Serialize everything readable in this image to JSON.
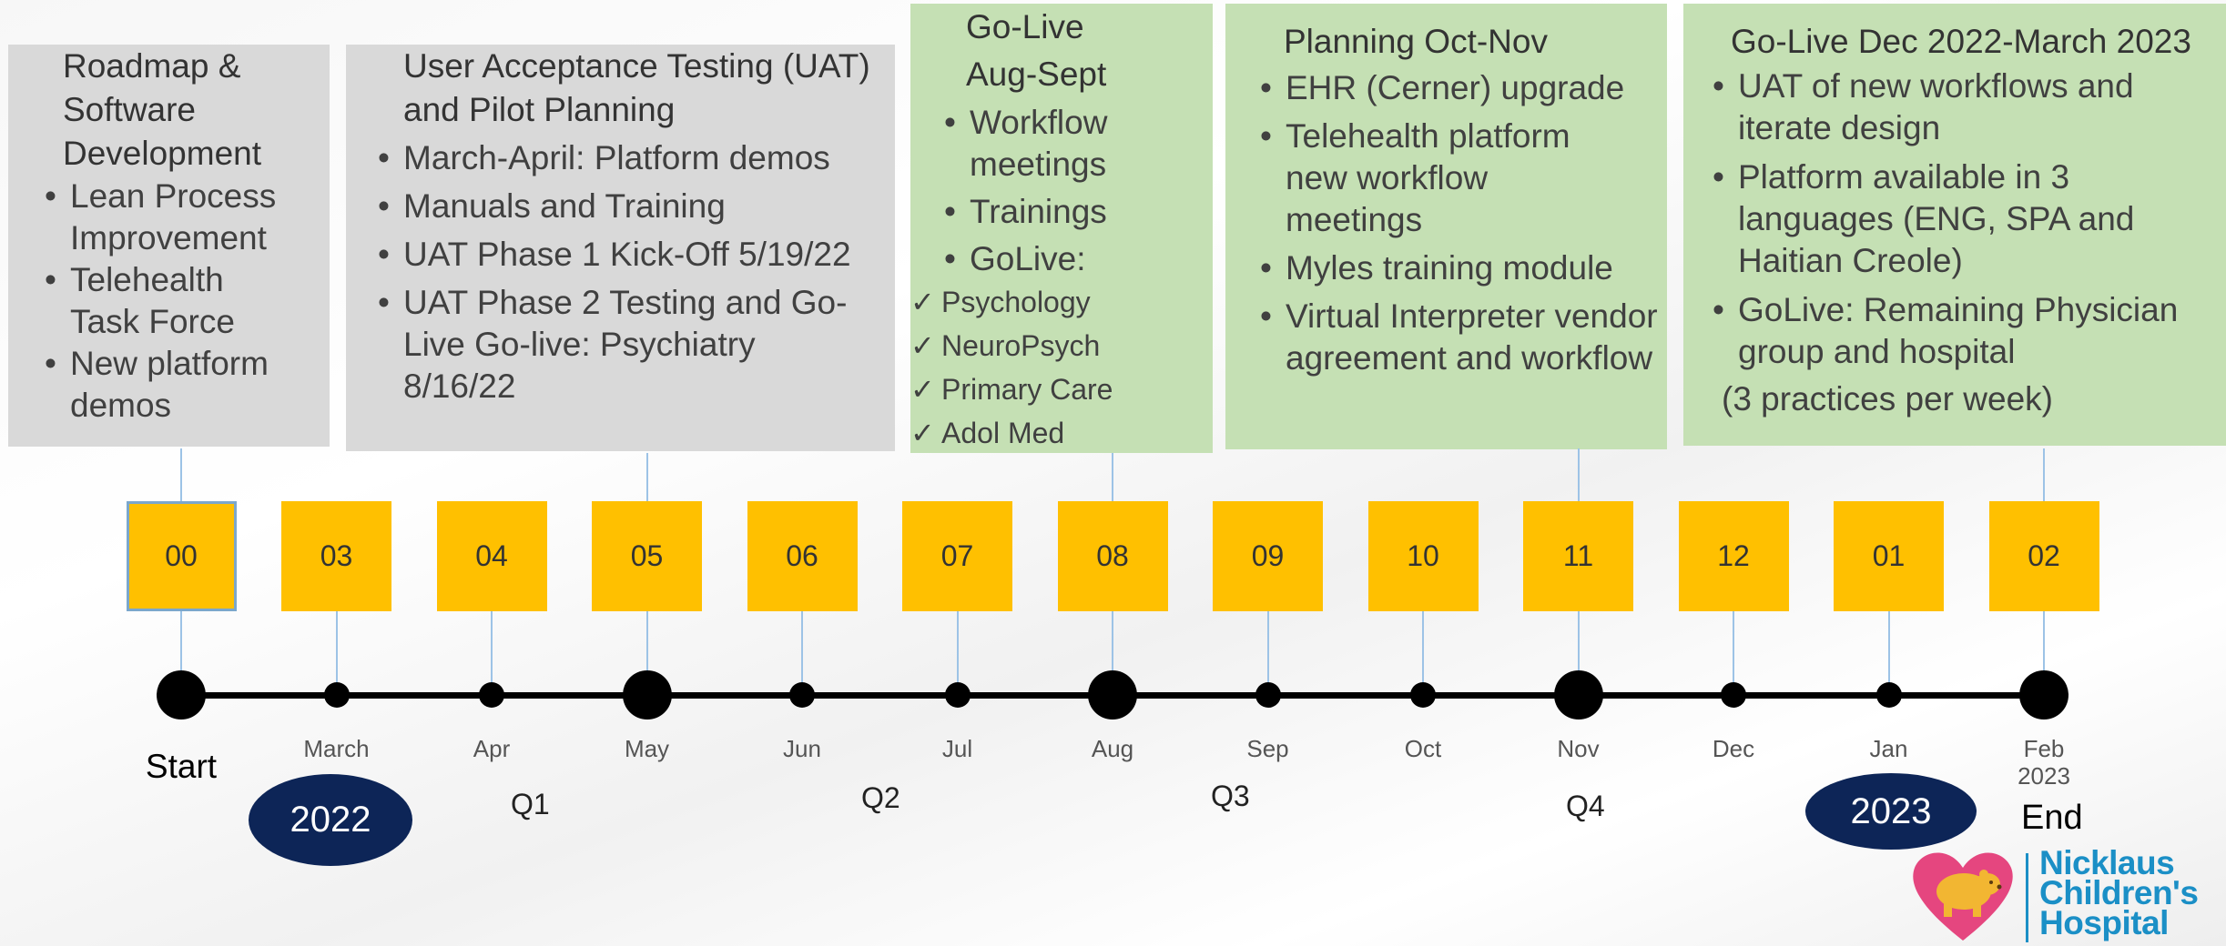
{
  "cards": [
    {
      "title": "Roadmap & Software Development",
      "items": [
        {
          "text": "Lean Process Improvement",
          "style": "bullet"
        },
        {
          "text": "Telehealth Task Force",
          "style": "bullet"
        },
        {
          "text": "New platform demos",
          "style": "bullet"
        }
      ]
    },
    {
      "title": "User Acceptance Testing (UAT) and Pilot Planning",
      "items": [
        {
          "text": "March-April: Platform demos",
          "style": "bullet"
        },
        {
          "text": "Manuals and Training",
          "style": "bullet"
        },
        {
          "text": "UAT Phase 1 Kick-Off 5/19/22",
          "style": "bullet"
        },
        {
          "text": "UAT Phase 2 Testing and Go-Live Go-live: Psychiatry 8/16/22",
          "style": "bullet"
        }
      ]
    },
    {
      "title": "Go-Live Aug-Sept",
      "items": [
        {
          "text": "Workflow meetings",
          "style": "bullet"
        },
        {
          "text": "Trainings",
          "style": "bullet"
        },
        {
          "text": "GoLive:",
          "style": "bullet"
        },
        {
          "text": "Psychology",
          "style": "check"
        },
        {
          "text": "NeuroPsych",
          "style": "check"
        },
        {
          "text": "Primary Care",
          "style": "check"
        },
        {
          "text": "Adol Med",
          "style": "check"
        }
      ]
    },
    {
      "title": "Planning Oct-Nov",
      "items": [
        {
          "text": "EHR (Cerner) upgrade",
          "style": "bullet"
        },
        {
          "text": "Telehealth platform new workflow meetings",
          "style": "bullet"
        },
        {
          "text": "Myles training module",
          "style": "bullet"
        },
        {
          "text": "Virtual Interpreter vendor agreement and workflow",
          "style": "bullet"
        }
      ]
    },
    {
      "title": "Go-Live Dec 2022-March 2023",
      "items": [
        {
          "text": "UAT of new workflows and iterate design",
          "style": "bullet"
        },
        {
          "text": "Platform available in 3 languages (ENG, SPA and Haitian Creole)",
          "style": "bullet"
        },
        {
          "text": "GoLive: Remaining Physician group and  hospital",
          "style": "bullet"
        },
        {
          "text": "(3 practices per week)",
          "style": "plain"
        }
      ]
    }
  ],
  "month_boxes": [
    "00",
    "03",
    "04",
    "05",
    "06",
    "07",
    "08",
    "09",
    "10",
    "11",
    "12",
    "01",
    "02"
  ],
  "month_labels": [
    "Start",
    "March",
    "Apr",
    "May",
    "Jun",
    "Jul",
    "Aug",
    "Sep",
    "Oct",
    "Nov",
    "Dec",
    "Jan",
    "Feb 2023"
  ],
  "major_milestones": [
    0,
    3,
    6,
    9,
    12
  ],
  "quarters": [
    "Q1",
    "Q2",
    "Q3",
    "Q4"
  ],
  "year_start": "2022",
  "year_end": "2023",
  "end_label": "End",
  "logo": {
    "line1": "Nicklaus",
    "line2": "Children's",
    "line3": "Hospital"
  },
  "colors": {
    "gray_card": "#d9d9d9",
    "green_card": "#c5e0b4",
    "month_box": "#ffc000",
    "year_oval": "#0d2557",
    "connector": "#9dc3e6",
    "logo_blue": "#1b8fc6",
    "logo_heart": "#e5467f"
  }
}
